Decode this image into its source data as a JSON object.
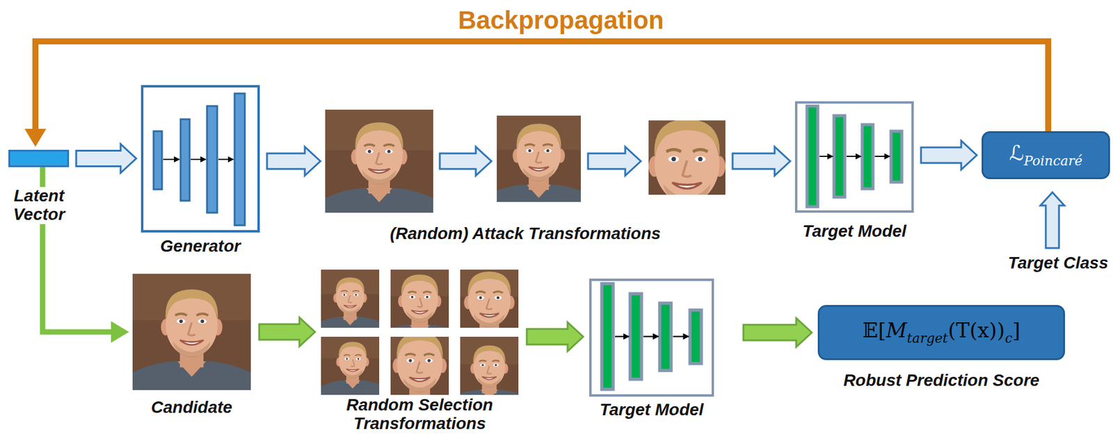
{
  "diagram": {
    "nodes": [
      {
        "text": [
          "Latent Vector"
        ]
      },
      {
        "text": [
          "Generator"
        ]
      },
      {
        "text": [
          "(Random) Attack Transformations"
        ]
      },
      {
        "text": [
          "Target Model"
        ]
      },
      {
        "text": [
          "ℒ",
          "Poincaré"
        ]
      },
      {
        "text": [
          "Target Class"
        ]
      },
      {
        "text": [
          "Candidate"
        ]
      },
      {
        "text": [
          "Random Selection Transformations"
        ]
      },
      {
        "text": [
          "Target Model"
        ]
      },
      {
        "text": [
          "𝔼[",
          "M",
          "target",
          "(T(x))",
          "c",
          "]",
          "Robust Prediction Score"
        ]
      }
    ],
    "edges": [
      {
        "from": 0,
        "to": 1,
        "arrow": "to"
      },
      {
        "from": 1,
        "to": 2,
        "arrow": "to"
      },
      {
        "from": 2,
        "to": 3,
        "arrow": "to"
      },
      {
        "from": 3,
        "to": 4,
        "arrow": "to"
      },
      {
        "from": 5,
        "to": 4,
        "arrow": "to"
      },
      {
        "from": 4,
        "to": 0,
        "label": "Backpropagation",
        "arrow": "to"
      },
      {
        "from": 0,
        "to": 6,
        "arrow": "to"
      },
      {
        "from": 6,
        "to": 7,
        "arrow": "to"
      },
      {
        "from": 7,
        "to": 8,
        "arrow": "to"
      },
      {
        "from": 8,
        "to": 9,
        "arrow": "to"
      }
    ]
  }
}
